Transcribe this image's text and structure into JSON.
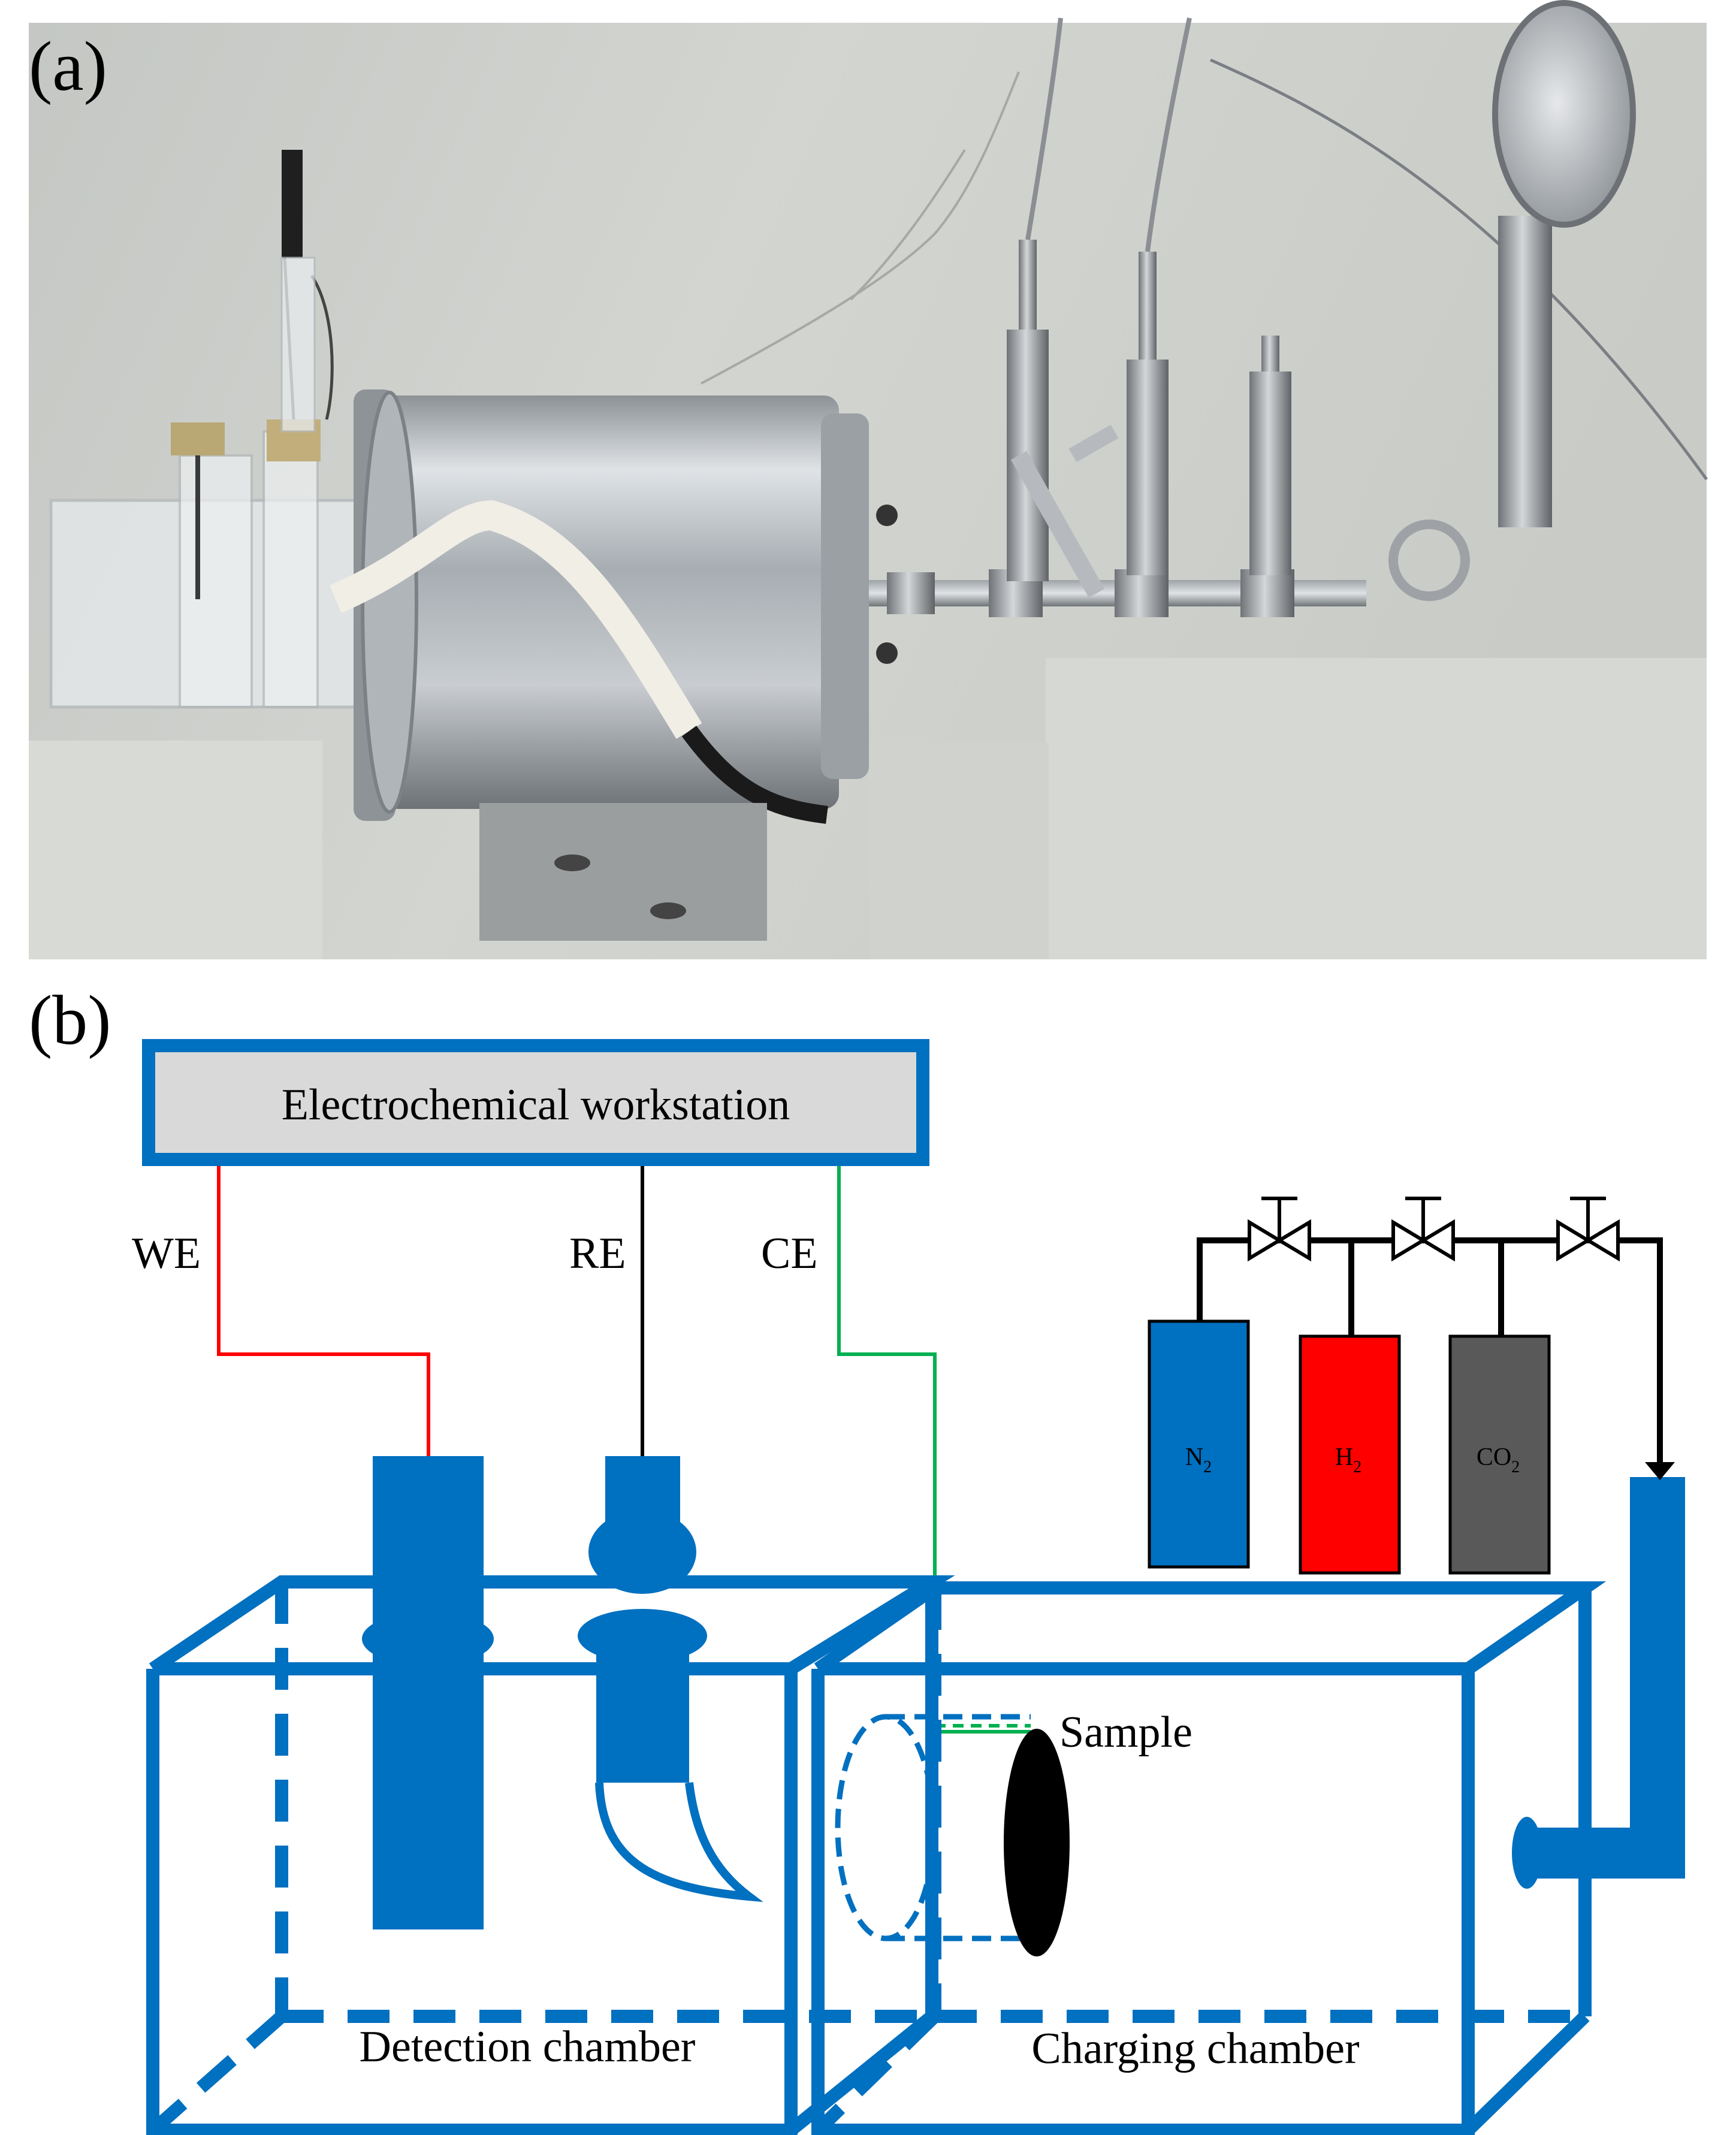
{
  "panel_a": {
    "label": "(a)"
  },
  "panel_b": {
    "label": "(b)",
    "workstation_label": "Electrochemical workstation",
    "leads": {
      "we": "WE",
      "re": "RE",
      "ce": "CE"
    },
    "gases": [
      {
        "formula": "N",
        "subscript": "2"
      },
      {
        "formula": "H",
        "subscript": "2"
      },
      {
        "formula": "CO",
        "subscript": "2"
      }
    ],
    "sample_label": "Sample",
    "detection_chamber_label": "Detection chamber",
    "charging_chamber_label": "Charging chamber"
  },
  "colors": {
    "chamber_blue": "#0070c0",
    "we_wire": "#ff0000",
    "re_wire": "#000000",
    "ce_wire": "#00b050",
    "workstation_fill": "#d9d9d9",
    "n2_cylinder": "#0070c0",
    "h2_cylinder": "#ff0000",
    "co2_cylinder": "#595959",
    "sample": "#000000"
  }
}
